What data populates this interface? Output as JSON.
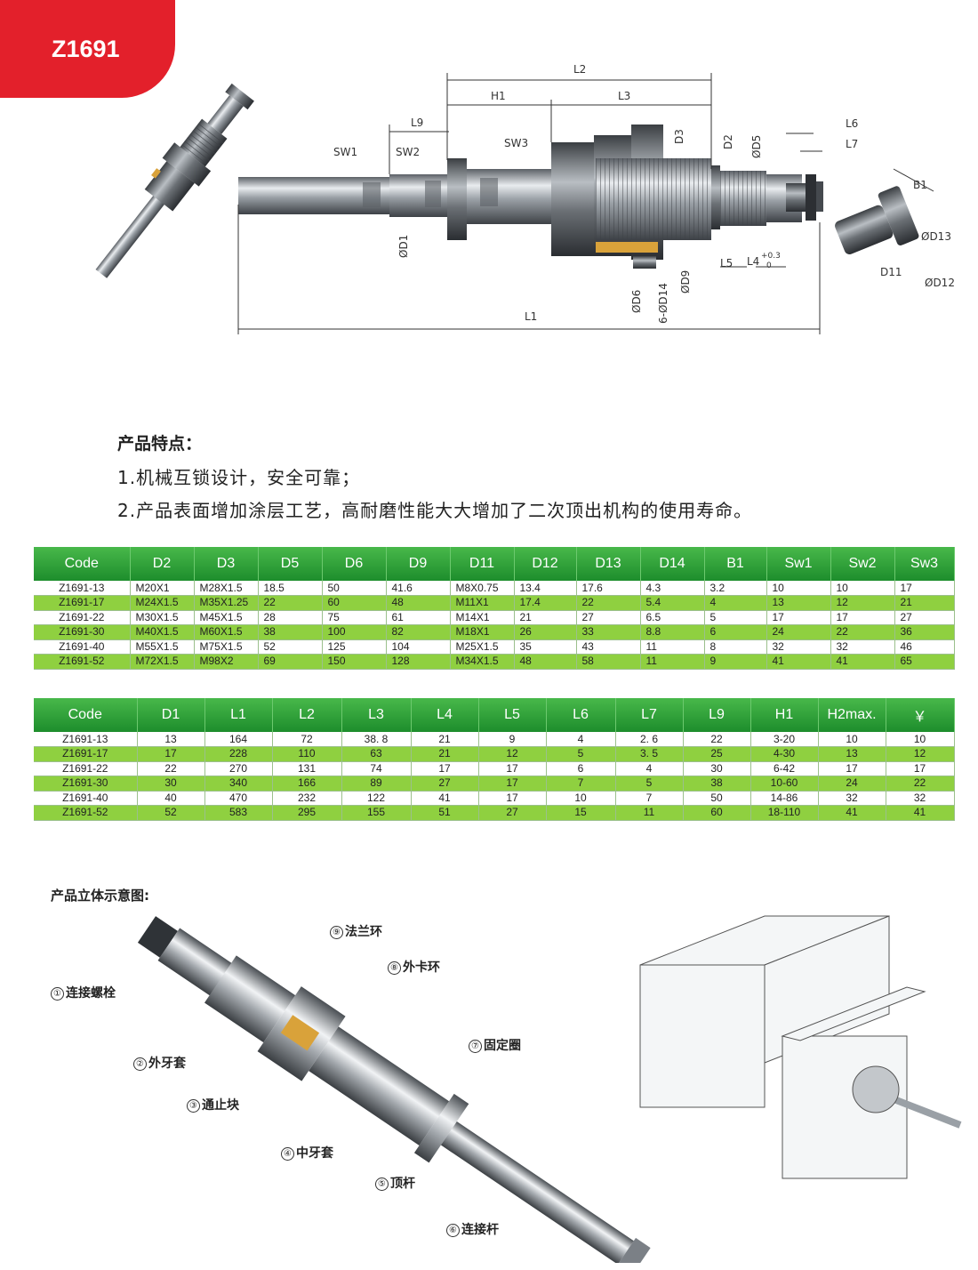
{
  "model_tag": "Z1691",
  "dimension_labels": {
    "L1": "L1",
    "L2": "L2",
    "L3": "L3",
    "L4": "L4",
    "L5": "L5",
    "L6": "L6",
    "L7": "L7",
    "L9": "L9",
    "H1": "H1",
    "SW1": "SW1",
    "SW2": "SW2",
    "SW3": "SW3",
    "D1": "ØD1",
    "D2": "D2",
    "D3": "D3",
    "D5": "ØD5",
    "D6": "ØD6",
    "D9": "ØD9",
    "D11": "D11",
    "D12": "ØD12",
    "D13": "ØD13",
    "D14": "6-ØD14",
    "B1": "B1",
    "tol_upper": "+0.3",
    "tol_lower": "0"
  },
  "features": {
    "heading": "产品特点：",
    "lines": [
      "1.机械互锁设计，安全可靠；",
      "2.产品表面增加涂层工艺，高耐磨性能大大增加了二次顶出机构的使用寿命。"
    ]
  },
  "table1": {
    "headers": [
      "Code",
      "D2",
      "D3",
      "D5",
      "D6",
      "D9",
      "D11",
      "D12",
      "D13",
      "D14",
      "B1",
      "Sw1",
      "Sw2",
      "Sw3"
    ],
    "rows": [
      [
        "Z1691-13",
        "M20X1",
        "M28X1.5",
        "18.5",
        "50",
        "41.6",
        "M8X0.75",
        "13.4",
        "17.6",
        "4.3",
        "3.2",
        "10",
        "10",
        "17"
      ],
      [
        "Z1691-17",
        "M24X1.5",
        "M35X1.25",
        "22",
        "60",
        "48",
        "M11X1",
        "17.4",
        "22",
        "5.4",
        "4",
        "13",
        "12",
        "21"
      ],
      [
        "Z1691-22",
        "M30X1.5",
        "M45X1.5",
        "28",
        "75",
        "61",
        "M14X1",
        "21",
        "27",
        "6.5",
        "5",
        "17",
        "17",
        "27"
      ],
      [
        "Z1691-30",
        "M40X1.5",
        "M60X1.5",
        "38",
        "100",
        "82",
        "M18X1",
        "26",
        "33",
        "8.8",
        "6",
        "24",
        "22",
        "36"
      ],
      [
        "Z1691-40",
        "M55X1.5",
        "M75X1.5",
        "52",
        "125",
        "104",
        "M25X1.5",
        "35",
        "43",
        "11",
        "8",
        "32",
        "32",
        "46"
      ],
      [
        "Z1691-52",
        "M72X1.5",
        "M98X2",
        "69",
        "150",
        "128",
        "M34X1.5",
        "48",
        "58",
        "11",
        "9",
        "41",
        "41",
        "65"
      ]
    ]
  },
  "table2": {
    "headers": [
      "Code",
      "D1",
      "L1",
      "L2",
      "L3",
      "L4",
      "L5",
      "L6",
      "L7",
      "L9",
      "H1",
      "H2max.",
      "￥"
    ],
    "rows": [
      [
        "Z1691-13",
        "13",
        "164",
        "72",
        "38. 8",
        "21",
        "9",
        "4",
        "2. 6",
        "22",
        "3-20",
        "10",
        "10"
      ],
      [
        "Z1691-17",
        "17",
        "228",
        "110",
        "63",
        "21",
        "12",
        "5",
        "3. 5",
        "25",
        "4-30",
        "13",
        "12"
      ],
      [
        "Z1691-22",
        "22",
        "270",
        "131",
        "74",
        "17",
        "17",
        "6",
        "4",
        "30",
        "6-42",
        "17",
        "17"
      ],
      [
        "Z1691-30",
        "30",
        "340",
        "166",
        "89",
        "27",
        "17",
        "7",
        "5",
        "38",
        "10-60",
        "24",
        "22"
      ],
      [
        "Z1691-40",
        "40",
        "470",
        "232",
        "122",
        "41",
        "17",
        "10",
        "7",
        "50",
        "14-86",
        "32",
        "32"
      ],
      [
        "Z1691-52",
        "52",
        "583",
        "295",
        "155",
        "51",
        "27",
        "15",
        "11",
        "60",
        "18-110",
        "41",
        "41"
      ]
    ]
  },
  "diagram": {
    "subtitle": "产品立体示意图:",
    "parts": [
      {
        "num": "①",
        "label": "连接螺栓"
      },
      {
        "num": "②",
        "label": "外牙套"
      },
      {
        "num": "③",
        "label": "通止块"
      },
      {
        "num": "④",
        "label": "中牙套"
      },
      {
        "num": "⑤",
        "label": "顶杆"
      },
      {
        "num": "⑥",
        "label": "连接杆"
      },
      {
        "num": "⑦",
        "label": "固定圈"
      },
      {
        "num": "⑧",
        "label": "外卡环"
      },
      {
        "num": "⑨",
        "label": "法兰环"
      }
    ]
  },
  "colors": {
    "tag_red": "#e3202b",
    "header_green": "#2e9e36",
    "row_green": "#8fd040",
    "steel": "#9aa0a6",
    "brass": "#d9a23a"
  }
}
